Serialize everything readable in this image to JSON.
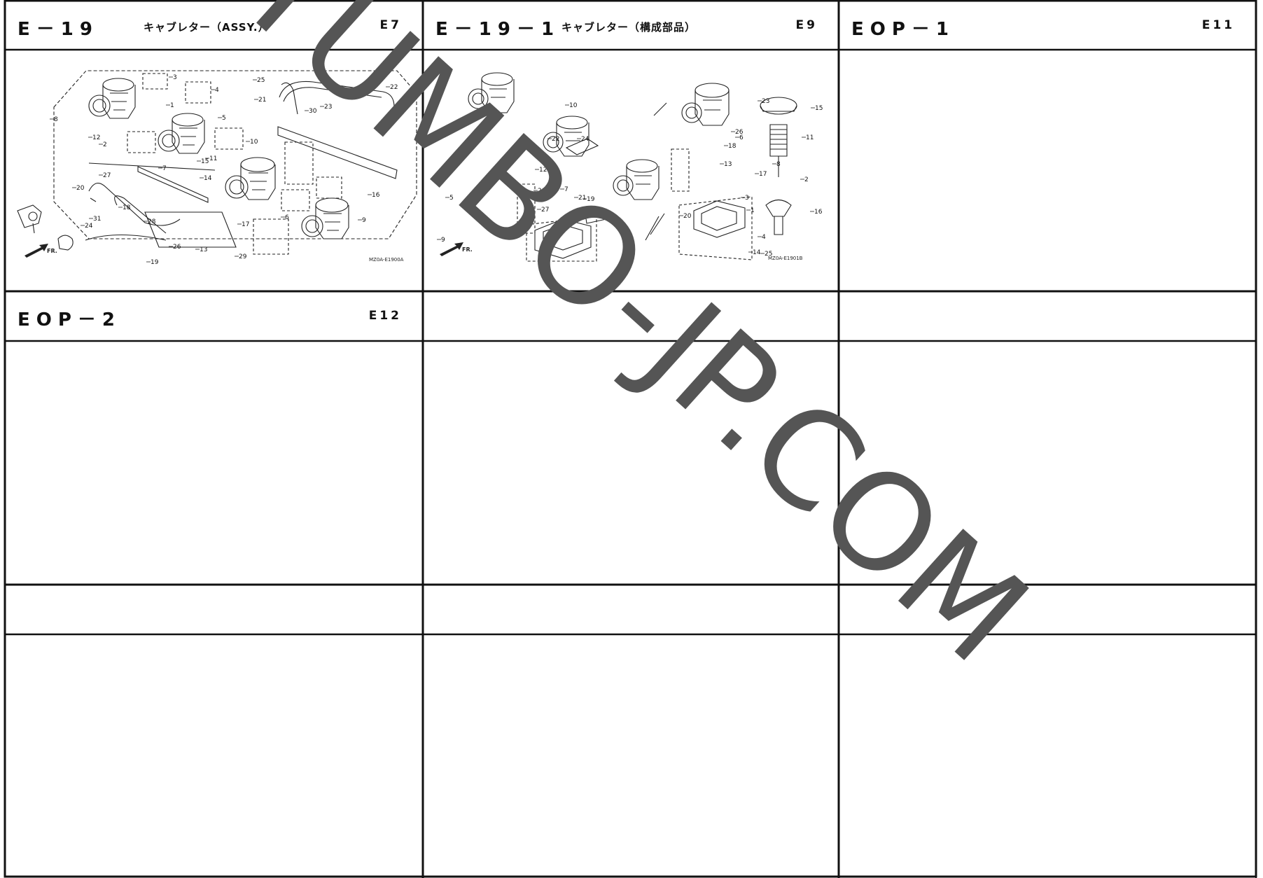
{
  "cells": {
    "e19": {
      "code": "E－19",
      "title": "キャブレター（ASSY.）",
      "page": "E7",
      "ref": "MZ0A-E1900A"
    },
    "e191": {
      "code": "E－19－1",
      "title": "キャブレター（構成部品）",
      "page": "E9",
      "ref": "MZ0A-E1901B"
    },
    "eop1": {
      "code": "EOP－1",
      "page": "E11"
    },
    "eop2": {
      "code": "EOP－2",
      "page": "E12"
    }
  },
  "watermark": {
    "text": "YUMBO-JP.COM",
    "color": "#555555"
  },
  "callouts_left": [
    "1",
    "2",
    "3",
    "4",
    "5",
    "6",
    "7",
    "8",
    "9",
    "10",
    "11",
    "12",
    "13",
    "14",
    "15",
    "16",
    "17",
    "18",
    "19",
    "20",
    "21",
    "22",
    "23",
    "24",
    "25",
    "26",
    "27",
    "28",
    "29",
    "30",
    "31"
  ],
  "callouts_right": [
    "1",
    "2",
    "3",
    "4",
    "5",
    "6",
    "7",
    "8",
    "9",
    "10",
    "11",
    "12",
    "13",
    "14",
    "15",
    "16",
    "17",
    "18",
    "19",
    "20",
    "21",
    "22",
    "23",
    "24",
    "25",
    "26",
    "27",
    "28"
  ],
  "arrow_label": "FR."
}
